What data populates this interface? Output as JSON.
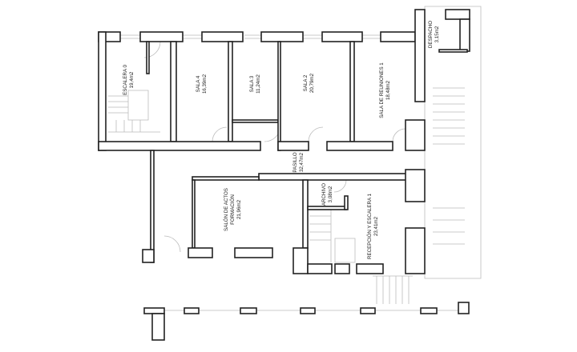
{
  "rooms": [
    {
      "name": "ESCALERA 0",
      "area": "19,4m2"
    },
    {
      "name": "SALA 4",
      "area": "16,39m2"
    },
    {
      "name": "SALA 3",
      "area": "11,24m2"
    },
    {
      "name": "SALA 2",
      "area": "20,79m2"
    },
    {
      "name": "SALA DE REUNIONES 1",
      "area": "18,48m2"
    },
    {
      "name": "DESPACHO",
      "area": "3,15m2"
    },
    {
      "name": "PASILLO",
      "area": "32,47m2"
    },
    {
      "name": "SALÓN DE ACTOS",
      "name2": "FORMACIÓN",
      "area": "21,96m2"
    },
    {
      "name": "ARCHIVO",
      "area": "3,08m2"
    },
    {
      "name": "RECEPCIÓN Y ESCALERA 1",
      "area": "23,41m2"
    }
  ]
}
